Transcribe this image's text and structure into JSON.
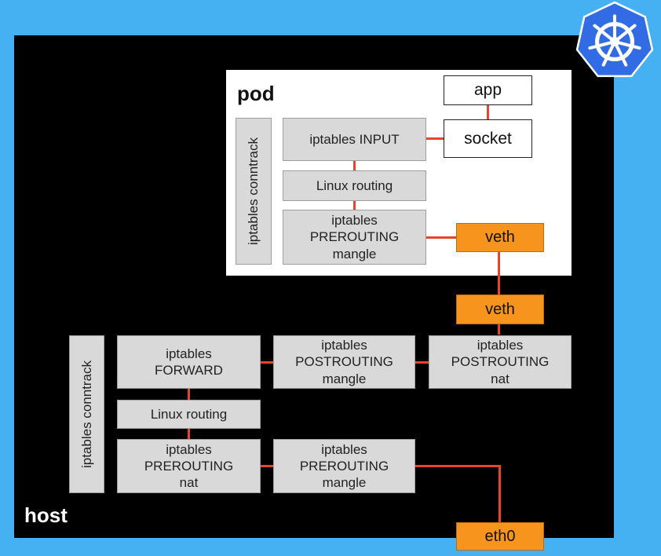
{
  "host": {
    "label": "host",
    "conntrack": "iptables conntrack",
    "forward": "iptables\nFORWARD",
    "routing": "Linux routing",
    "prerouting_nat": "iptables\nPREROUTING\nnat",
    "prerouting_mangle": "iptables\nPREROUTING\nmangle",
    "postrouting_mangle": "iptables\nPOSTROUTING\nmangle",
    "postrouting_nat": "iptables\nPOSTROUTING\nnat",
    "veth": "veth",
    "eth0": "eth0"
  },
  "pod": {
    "label": "pod",
    "conntrack": "iptables conntrack",
    "input": "iptables INPUT",
    "routing": "Linux routing",
    "prerouting_mangle": "iptables\nPREROUTING\nmangle",
    "app": "app",
    "socket": "socket",
    "veth": "veth"
  },
  "colors": {
    "background": "#45b0f2",
    "box_fill": "#d9d9d9",
    "interface": "#f7941d",
    "connector": "#e8442b",
    "logo": "#326ce5"
  },
  "logo": {
    "icon": "kubernetes-helm-icon"
  }
}
